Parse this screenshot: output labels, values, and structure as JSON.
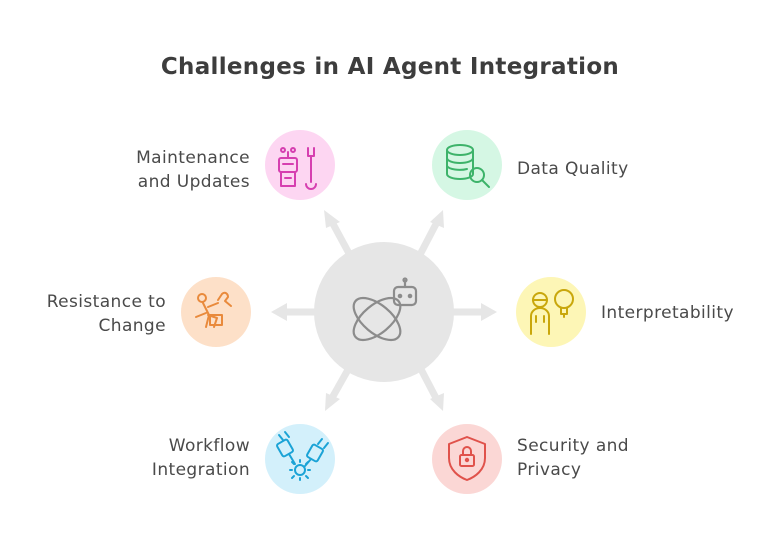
{
  "title": "Challenges in AI Agent Integration",
  "center": {
    "icon": "ai-robot-atom-icon",
    "color": "#e6e6e6"
  },
  "items": [
    {
      "id": "maintenance",
      "lines": [
        "Maintenance",
        "and Updates"
      ],
      "icon": "robot-wrench-icon",
      "color": "#fdd6f2",
      "stroke": "#d63fb0"
    },
    {
      "id": "data-quality",
      "lines": [
        "Data Quality"
      ],
      "icon": "database-search-icon",
      "color": "#d5f7e4",
      "stroke": "#3db36a"
    },
    {
      "id": "resistance",
      "lines": [
        "Resistance to",
        "Change"
      ],
      "icon": "person-resisting-icon",
      "color": "#fde0c8",
      "stroke": "#e98a3c"
    },
    {
      "id": "interpretability",
      "lines": [
        "Interpretability"
      ],
      "icon": "person-idea-icon",
      "color": "#fdf6b6",
      "stroke": "#c9a70c"
    },
    {
      "id": "workflow",
      "lines": [
        "Workflow",
        "Integration"
      ],
      "icon": "plug-gear-icon",
      "color": "#d3f0fb",
      "stroke": "#1ba3d6"
    },
    {
      "id": "security",
      "lines": [
        "Security and",
        "Privacy"
      ],
      "icon": "shield-lock-icon",
      "color": "#fbd7d5",
      "stroke": "#e0524b"
    }
  ]
}
